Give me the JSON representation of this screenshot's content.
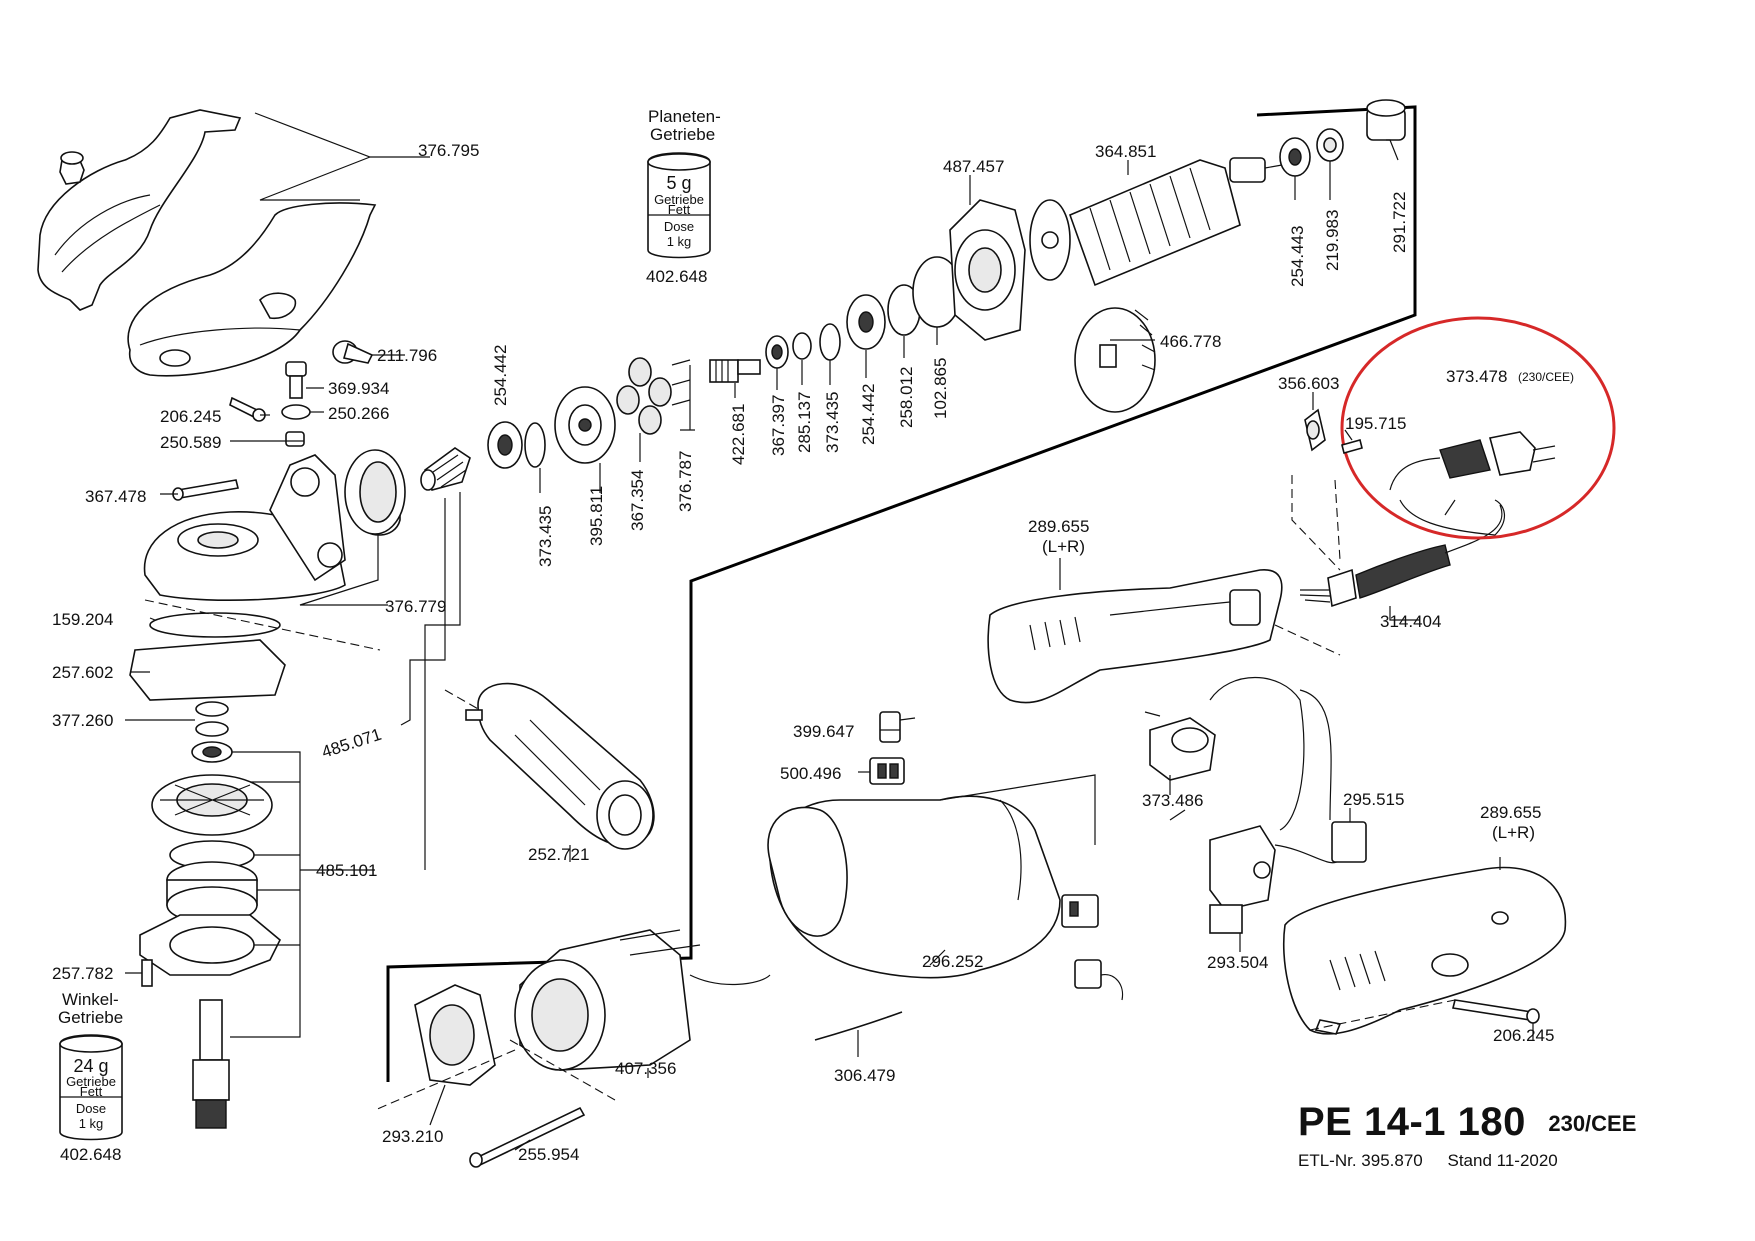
{
  "title": {
    "model": "PE 14-1 180",
    "variant": "230/CEE",
    "etl": "ETL-Nr. 395.870",
    "stand": "Stand 11-2020"
  },
  "labels": [
    {
      "id": "p376795",
      "text": "376.795"
    },
    {
      "id": "p211796",
      "text": "211.796"
    },
    {
      "id": "p369934",
      "text": "369.934"
    },
    {
      "id": "p206245a",
      "text": "206.245"
    },
    {
      "id": "p250266",
      "text": "250.266"
    },
    {
      "id": "p250589",
      "text": "250.589"
    },
    {
      "id": "p367478",
      "text": "367.478"
    },
    {
      "id": "p376779",
      "text": "376.779"
    },
    {
      "id": "p159204",
      "text": "159.204"
    },
    {
      "id": "p257602",
      "text": "257.602"
    },
    {
      "id": "p377260",
      "text": "377.260"
    },
    {
      "id": "p485071",
      "text": "485.071"
    },
    {
      "id": "p485101",
      "text": "485.101"
    },
    {
      "id": "p257782",
      "text": "257.782"
    },
    {
      "id": "p402648b",
      "text": "402.648"
    },
    {
      "id": "p402648a",
      "text": "402.648"
    },
    {
      "id": "p254442a",
      "text": "254.442"
    },
    {
      "id": "p373435a",
      "text": "373.435"
    },
    {
      "id": "p395811",
      "text": "395.811"
    },
    {
      "id": "p367354",
      "text": "367.354"
    },
    {
      "id": "p376787",
      "text": "376.787"
    },
    {
      "id": "p422681",
      "text": "422.681"
    },
    {
      "id": "p367397",
      "text": "367.397"
    },
    {
      "id": "p285137",
      "text": "285.137"
    },
    {
      "id": "p373435b",
      "text": "373.435"
    },
    {
      "id": "p254442b",
      "text": "254.442"
    },
    {
      "id": "p258012",
      "text": "258.012"
    },
    {
      "id": "p102865",
      "text": "102.865"
    },
    {
      "id": "p487457",
      "text": "487.457"
    },
    {
      "id": "p364851",
      "text": "364.851"
    },
    {
      "id": "p254443",
      "text": "254.443"
    },
    {
      "id": "p219983",
      "text": "219.983"
    },
    {
      "id": "p291722",
      "text": "291.722"
    },
    {
      "id": "p466778",
      "text": "466.778"
    },
    {
      "id": "p356603",
      "text": "356.603"
    },
    {
      "id": "p195715",
      "text": "195.715"
    },
    {
      "id": "p373478",
      "text": "373.478"
    },
    {
      "id": "p373478v",
      "text": "(230/CEE)"
    },
    {
      "id": "p289655a",
      "text": "289.655"
    },
    {
      "id": "p289655a2",
      "text": "(L+R)"
    },
    {
      "id": "p314404",
      "text": "314.404"
    },
    {
      "id": "p399647",
      "text": "399.647"
    },
    {
      "id": "p500496",
      "text": "500.496"
    },
    {
      "id": "p373486",
      "text": "373.486"
    },
    {
      "id": "p295515",
      "text": "295.515"
    },
    {
      "id": "p289655b",
      "text": "289.655"
    },
    {
      "id": "p289655b2",
      "text": "(L+R)"
    },
    {
      "id": "p252721",
      "text": "252.721"
    },
    {
      "id": "p296252",
      "text": "296.252"
    },
    {
      "id": "p293504",
      "text": "293.504"
    },
    {
      "id": "p206245b",
      "text": "206.245"
    },
    {
      "id": "p407356",
      "text": "407.356"
    },
    {
      "id": "p306479",
      "text": "306.479"
    },
    {
      "id": "p293210",
      "text": "293.210"
    },
    {
      "id": "p255954",
      "text": "255.954"
    },
    {
      "id": "planeten1",
      "text": "Planeten-"
    },
    {
      "id": "planeten2",
      "text": "Getriebe"
    },
    {
      "id": "winkel1",
      "text": "Winkel-"
    },
    {
      "id": "winkel2",
      "text": "Getriebe"
    }
  ],
  "grease_cans": {
    "planeten": {
      "amount": "5 g",
      "name1": "Getriebe",
      "name2": "Fett",
      "pack1": "Dose",
      "pack2": "1 kg"
    },
    "winkel": {
      "amount": "24 g",
      "name1": "Getriebe",
      "name2": "Fett",
      "pack1": "Dose",
      "pack2": "1 kg"
    }
  },
  "highlight": {
    "color": "#d62828"
  }
}
